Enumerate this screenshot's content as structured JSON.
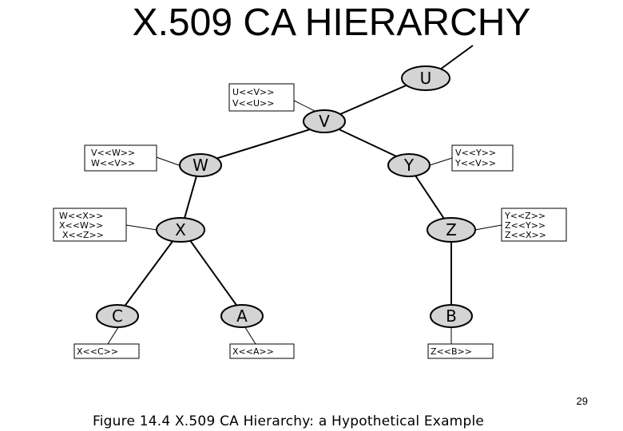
{
  "title": "X.509 CA HIERARCHY",
  "nodes": [
    "U",
    "V",
    "W",
    "Y",
    "X",
    "Z",
    "C",
    "A",
    "B"
  ],
  "certificate_boxes": [
    {
      "owner": "V",
      "lines": [
        "U<<V>>",
        "V<<U>>"
      ]
    },
    {
      "owner": "W",
      "lines": [
        "V<<W>>",
        "W<<V>>"
      ]
    },
    {
      "owner": "Y",
      "lines": [
        "V<<Y>>",
        "Y<<V>>"
      ]
    },
    {
      "owner": "X",
      "lines": [
        "W<<X>>",
        "X<<W>>",
        "X<<Z>>"
      ]
    },
    {
      "owner": "Z",
      "lines": [
        "Y<<Z>>",
        "Z<<Y>>",
        "Z<<X>>"
      ]
    },
    {
      "owner": "C",
      "lines": [
        "X<<C>>"
      ]
    },
    {
      "owner": "A",
      "lines": [
        "X<<A>>"
      ]
    },
    {
      "owner": "B",
      "lines": [
        "Z<<B>>"
      ]
    }
  ],
  "page_number": "29",
  "caption": "Figure 14.4 X.509 CA Hierarchy: a Hypothetical Example"
}
